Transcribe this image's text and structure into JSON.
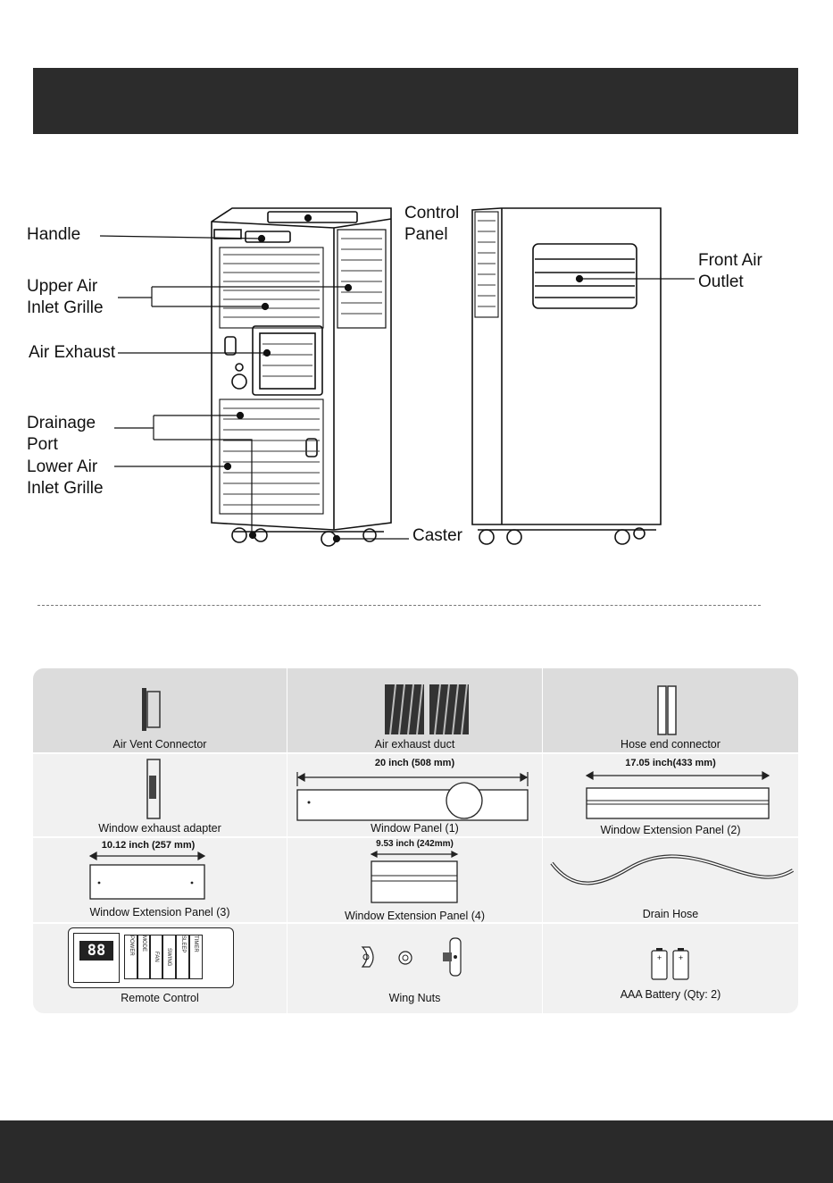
{
  "header": {
    "title": ""
  },
  "diagram": {
    "callouts": {
      "handle": "Handle",
      "upper_air_inlet_grille": "Upper Air\nInlet Grille",
      "air_exhaust": "Air Exhaust",
      "drainage_port": "Drainage\nPort",
      "lower_air_inlet_grille": "Lower Air\nInlet Grille",
      "control_panel": "Control\nPanel",
      "caster": "Caster",
      "front_air_outlet": "Front Air\nOutlet"
    }
  },
  "accessories": {
    "air_vent_connector": "Air Vent Connector",
    "air_exhaust_duct": "Air exhaust duct",
    "hose_end_connector": "Hose end connector",
    "window_exhaust_adapter": "Window exhaust adapter",
    "window_panel_1": "Window Panel (1)",
    "window_panel_1_dim": "20 inch (508 mm)",
    "window_extension_panel_2": "Window Extension Panel (2)",
    "window_extension_panel_2_dim": "17.05 inch(433 mm)",
    "window_extension_panel_3": "Window Extension Panel (3)",
    "window_extension_panel_3_dim": "10.12 inch (257 mm)",
    "window_extension_panel_4": "Window Extension Panel (4)",
    "window_extension_panel_4_dim": "9.53 inch (242mm)",
    "drain_hose": "Drain Hose",
    "remote_control": "Remote Control",
    "wing_nuts": "Wing Nuts",
    "aaa_battery": "AAA Battery (Qty: 2)",
    "remote_buttons": {
      "power": "POWER",
      "mode": "MODE",
      "fan": "FAN",
      "swing": "SWING",
      "sleep": "SLEEP",
      "timer": "TIMER",
      "display": "88"
    }
  }
}
